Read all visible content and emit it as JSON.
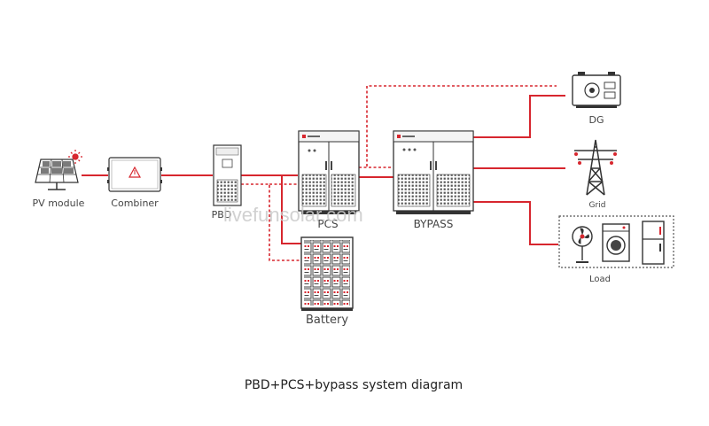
{
  "nodes": {
    "pv_module": "PV module",
    "combiner": "Combiner",
    "pbd": "PBD",
    "pcs": "PCS",
    "bypass": "BYPASS",
    "battery": "Battery",
    "dg": "DG",
    "grid": "Grid",
    "load": "Load"
  },
  "caption": "PBD+PCS+bypass system diagram",
  "watermark": "livefunsolar.com",
  "colors": {
    "line": "#d7262e",
    "dashed": "#d7262e",
    "device_stroke": "#333333",
    "device_fill": "#ffffff",
    "accent": "#d7262e"
  },
  "icons": {
    "pv_module": "solar-panel-icon",
    "combiner": "combiner-box-icon",
    "pbd": "pbd-cabinet-icon",
    "pcs": "pcs-cabinet-icon",
    "bypass": "bypass-cabinet-icon",
    "battery": "battery-rack-icon",
    "dg": "generator-icon",
    "grid": "transmission-tower-icon",
    "load": "household-appliances-icon"
  }
}
